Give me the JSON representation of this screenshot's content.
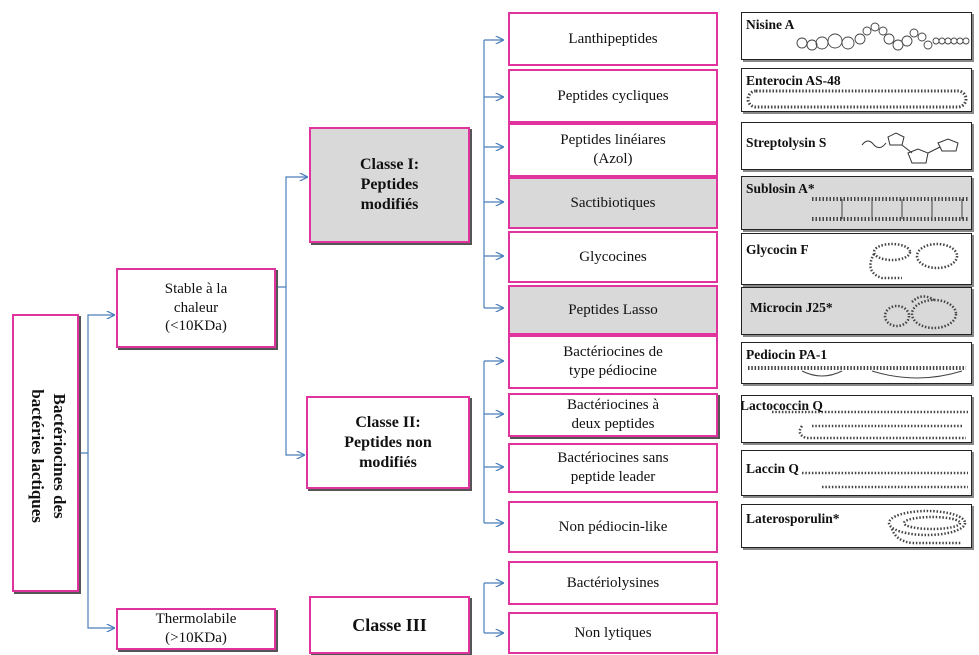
{
  "root": {
    "line1": "Bactériocines des",
    "line2": "bactéries lactiques"
  },
  "heat": {
    "stable": {
      "line1": "Stable à la",
      "line2": "chaleur",
      "line3": "(<10KDa)"
    },
    "labile": {
      "line1": "Thermolabile",
      "line2": "(>10KDa)"
    }
  },
  "classes": {
    "c1": {
      "line1": "Classe I:",
      "line2": "Peptides",
      "line3": "modifiés"
    },
    "c2": {
      "line1": "Classe II:",
      "line2": "Peptides non",
      "line3": "modifiés"
    },
    "c3": {
      "line1": "Classe III"
    }
  },
  "subclasses": {
    "lanthi": "Lanthipeptides",
    "cyc": "Peptides cycliques",
    "lin": {
      "line1": "Peptides linéiares",
      "line2": "(Azol)"
    },
    "sacti": "Sactibiotiques",
    "glyco": "Glycocines",
    "lasso": "Peptides Lasso",
    "pedio": {
      "line1": "Bactériocines de",
      "line2": "type pédiocine"
    },
    "deux": {
      "line1": "Bactériocines à",
      "line2": "deux peptides"
    },
    "sans": {
      "line1": "Bactériocines sans",
      "line2": "peptide leader"
    },
    "nonped": "Non pédiocin-like",
    "lyso": "Bactériolysines",
    "nonlyt": "Non lytiques"
  },
  "examples": {
    "nisin": "Nisine A",
    "entero": "Enterocin AS-48",
    "strepto": "Streptolysin S",
    "sublo": "Sublosin A*",
    "glycof": "Glycocin F",
    "micro": "Microcin J25*",
    "pedioc": "Pediocin PA-1",
    "lacto": "Lactococcin Q",
    "laccin": "Laccin Q",
    "latero": "Laterosporulin*"
  },
  "colors": {
    "box_border": "#e0339d",
    "connector": "#4a7ebb",
    "highlight": "#d9d9d9"
  }
}
